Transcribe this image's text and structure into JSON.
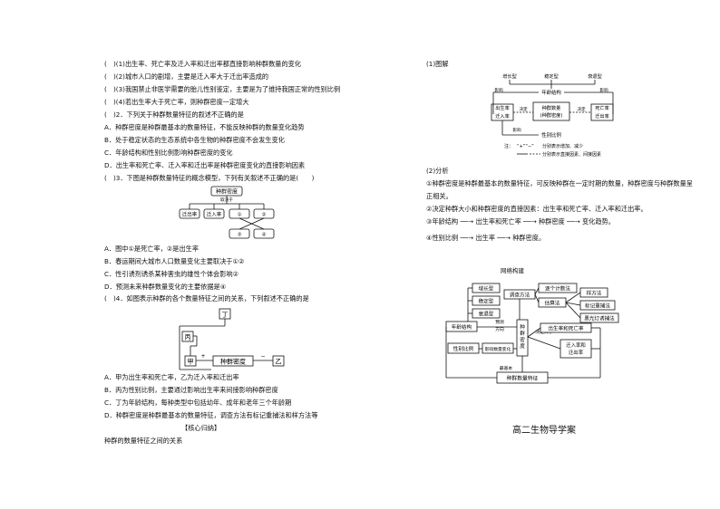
{
  "left": {
    "judgments": [
      "(　)(1)出生率、死亡率及迁入率和迁出率都直接影响种群数量的变化",
      "(　)(2)城市人口的剧增，主要是迁入率大于迁出率造成的",
      "(　)(3)我国禁止非医学需要的胎儿性别鉴定，主要是为了维持我国正常的性别比例",
      "(　)(4)若出生率大于死亡率，则种群密度一定增大"
    ],
    "q2": {
      "stem": "(　)2．下列关于种群数量特征的叙述不正确的是",
      "options": [
        "A．种群密度是种群最基本的数量特征，不能反映种群的数量变化趋势",
        "B．处于稳定状态的生态系统中各生物的种群密度不会发生变化",
        "C．年龄结构和性别比例影响种群密度的变化",
        "D．出生率和死亡率、迁入率和迁出率是种群密度变化的直接影响因素"
      ]
    },
    "q3": {
      "stem": "(　)3．下图是种群数量特征的概念模型，下列有关叙述不正确的是(　　)",
      "model": {
        "top": "种群密度",
        "sub": "取决于",
        "row1": [
          "迁出率",
          "迁入率",
          "①",
          "②"
        ],
        "row2": [
          "③",
          "④"
        ]
      },
      "options": [
        "A．图中①是死亡率，②是出生率",
        "B．春运期间大城市人口数量变化主要取决于①②",
        "C．性引诱剂诱杀某种害虫的雄性个体会影响②",
        "D．预测未来种群数量变化的主要依据是④"
      ]
    },
    "q4": {
      "stem": "(　)4．如图表示种群的各个数量特征之间的关系，下列叙述不正确的是",
      "diagram": {
        "ding": "丁",
        "bing": "丙",
        "jia": "甲",
        "yi": "乙",
        "center": "种群密度",
        "plus": "+",
        "minus": "−"
      },
      "options": [
        "A．甲为出生率和死亡率，乙为迁入率和迁出率",
        "B．丙为性别比例，主要通过影响出生率来间接影响种群密度",
        "C．丁为年龄结构，每种类型中包括幼年、成年和老年三个年龄期",
        "D．种群密度是种群最基本的数量特征，调查方法有标记重捕法和样方法等"
      ]
    },
    "summary_heading": "【核心归纳】",
    "summary_sub": "种群的数量特征之间的关系"
  },
  "right": {
    "s1_label": "(1)图解",
    "diagram1": {
      "types": [
        "增长型",
        "稳定型",
        "衰退型"
      ],
      "yingxiang_left": "影响",
      "yingxiang_right": "影响",
      "age": "年龄结构",
      "birth": "出生率",
      "immig": "迁入率",
      "decide_left": "决定",
      "density_top": "种群数量",
      "density_bot": "(种群密度)",
      "decide_right": "决定",
      "death": "死亡率",
      "emig": "迁出率",
      "yingxiang_sex": "影响",
      "sex": "性别比例",
      "legend_title": "注：",
      "legend1": "分别表示增加、减少",
      "legend2": "分别表示直接因素、间接因素"
    },
    "s2_label": "(2)分析",
    "analysis": [
      "①种群密度是种群最基本的数量特征，可反映种群在一定时期的数量，种群密度与种群数量呈",
      "正相关。",
      "②决定种群大小和种群密度的直接因素：出生率和死亡率、迁入率和迁出率。",
      "③年龄结构 ──→ 出生率和死亡率 ──→ 种群密度 ──→ 变化趋势。",
      "④性别比例 ──→ 出生率 ──→ 种群密度。"
    ],
    "arrow_labels": {
      "a1": "影响",
      "a2": "决定",
      "a3": "预测",
      "b1": "影响",
      "b2": "影响"
    },
    "net_title": "网络构建",
    "net": {
      "types": [
        "增长型",
        "稳定型",
        "衰退型"
      ],
      "method": "调查方法",
      "count": "逐个计数法",
      "estimate": "估算法",
      "quadrat": "样方法",
      "mark": "标记重捕法",
      "light": "黑光灯诱捕法",
      "age": "年龄结构",
      "predict": "预测方向",
      "sex": "性别比例",
      "affect": "影响数量变化",
      "decide": "决定大小",
      "center": "种群密度",
      "bd": "出生率和死亡率",
      "im": "迁入率和迁出率",
      "basic": "最基本",
      "features": "种群数量特征"
    },
    "footer_title": "高二生物导学案"
  }
}
